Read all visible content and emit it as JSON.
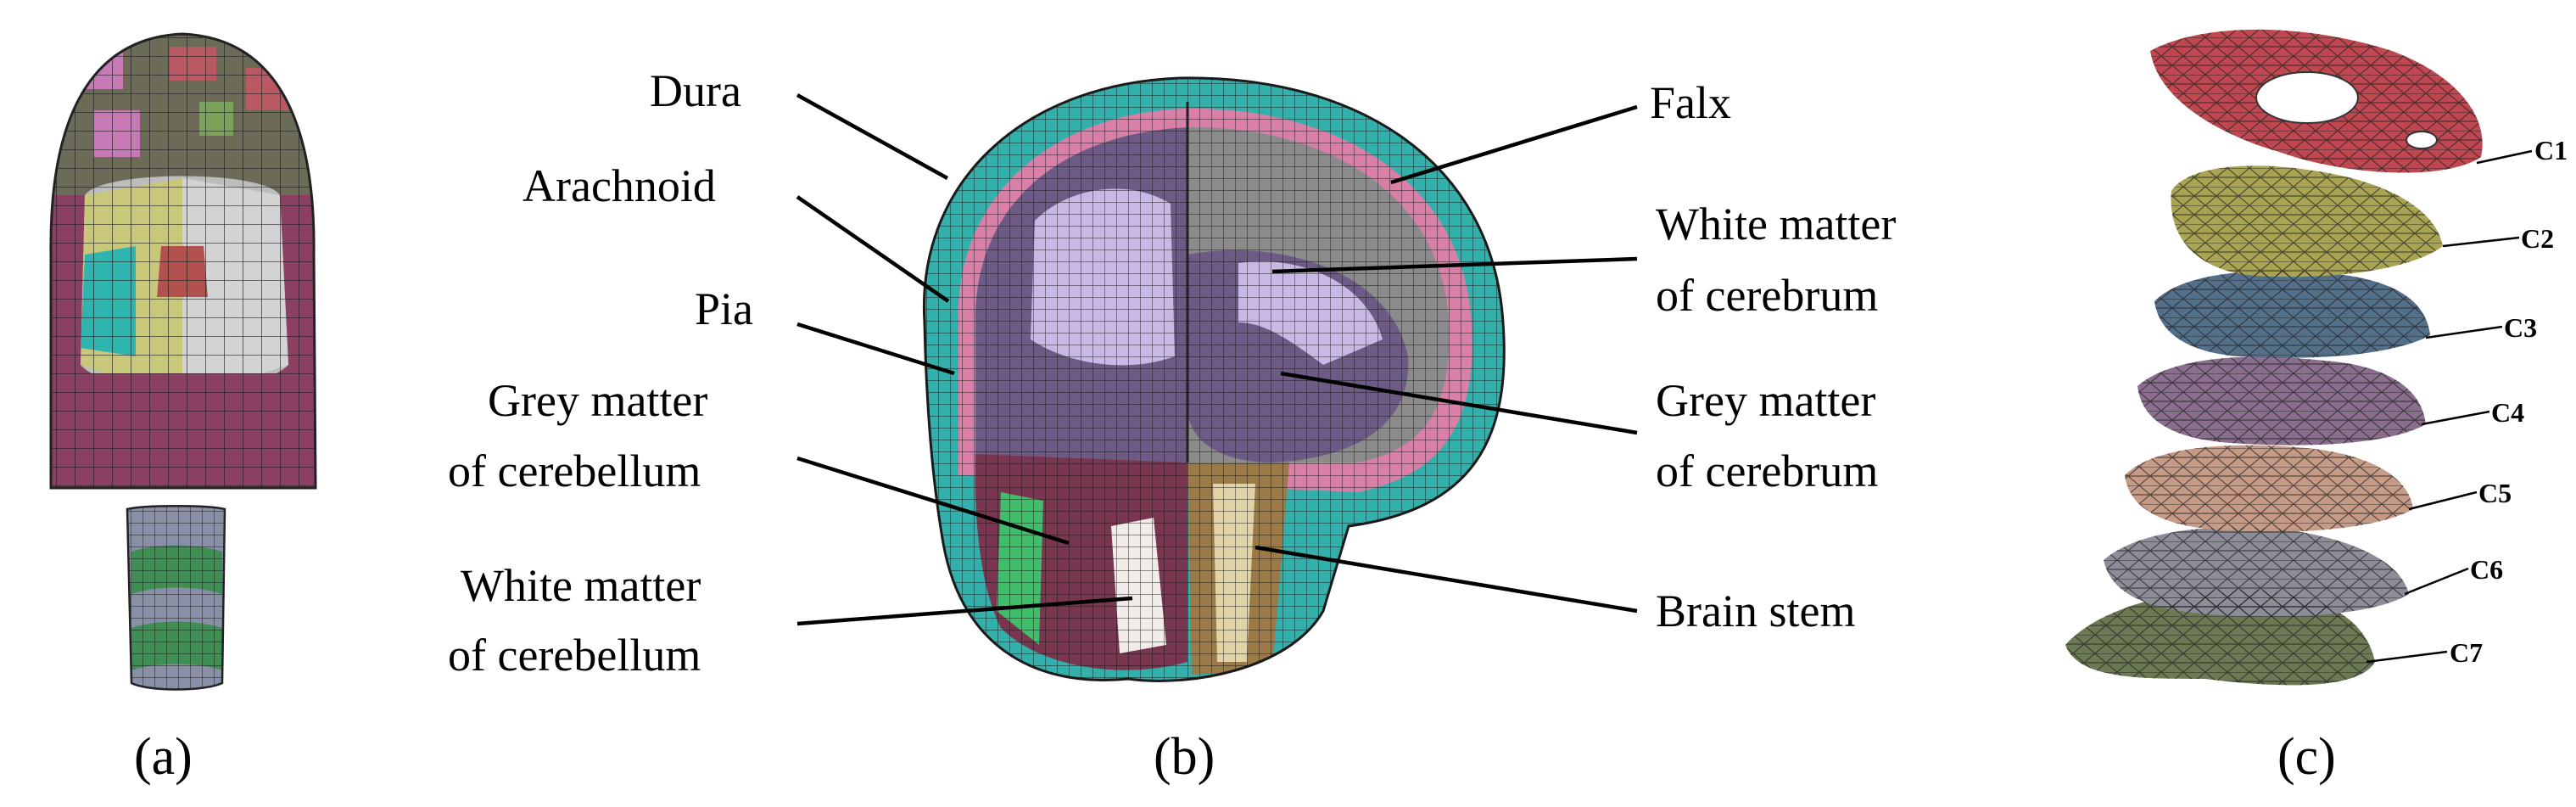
{
  "panels": {
    "a": "(a)",
    "b": "(b)",
    "c": "(c)"
  },
  "brain_labels": {
    "dura": "Dura",
    "arachnoid": "Arachnoid",
    "pia": "Pia",
    "grey_cerebellum_1": "Grey matter",
    "grey_cerebellum_2": "of cerebellum",
    "white_cerebellum_1": "White matter",
    "white_cerebellum_2": "of cerebellum",
    "falx": "Falx",
    "white_cerebrum_1": "White matter",
    "white_cerebrum_2": "of cerebrum",
    "grey_cerebrum_1": "Grey matter",
    "grey_cerebrum_2": "of cerebrum",
    "brain_stem": "Brain stem"
  },
  "vertebrae": [
    "C1",
    "C2",
    "C3",
    "C4",
    "C5",
    "C6",
    "C7"
  ],
  "colors": {
    "skin": "#8a3f63",
    "face_grey": "#bdbdbd",
    "face_yellow": "#c9c77a",
    "cyan_mesh": "#2fb5b0",
    "dura": "#32b0ac",
    "csf_pink": "#d97fa8",
    "falx_grey": "#8b8b8b",
    "cerebrum_purple": "#6d5a86",
    "white_matter": "#c9b8e6",
    "cerebellum": "#7a3550",
    "brain_stem": "#9c7a45",
    "c1": "#c0474f",
    "c2": "#a9a452",
    "c3": "#53708b",
    "c4": "#8b6e8e",
    "c5": "#c79a86",
    "c6": "#8d8d99",
    "c7": "#6b7a53"
  }
}
